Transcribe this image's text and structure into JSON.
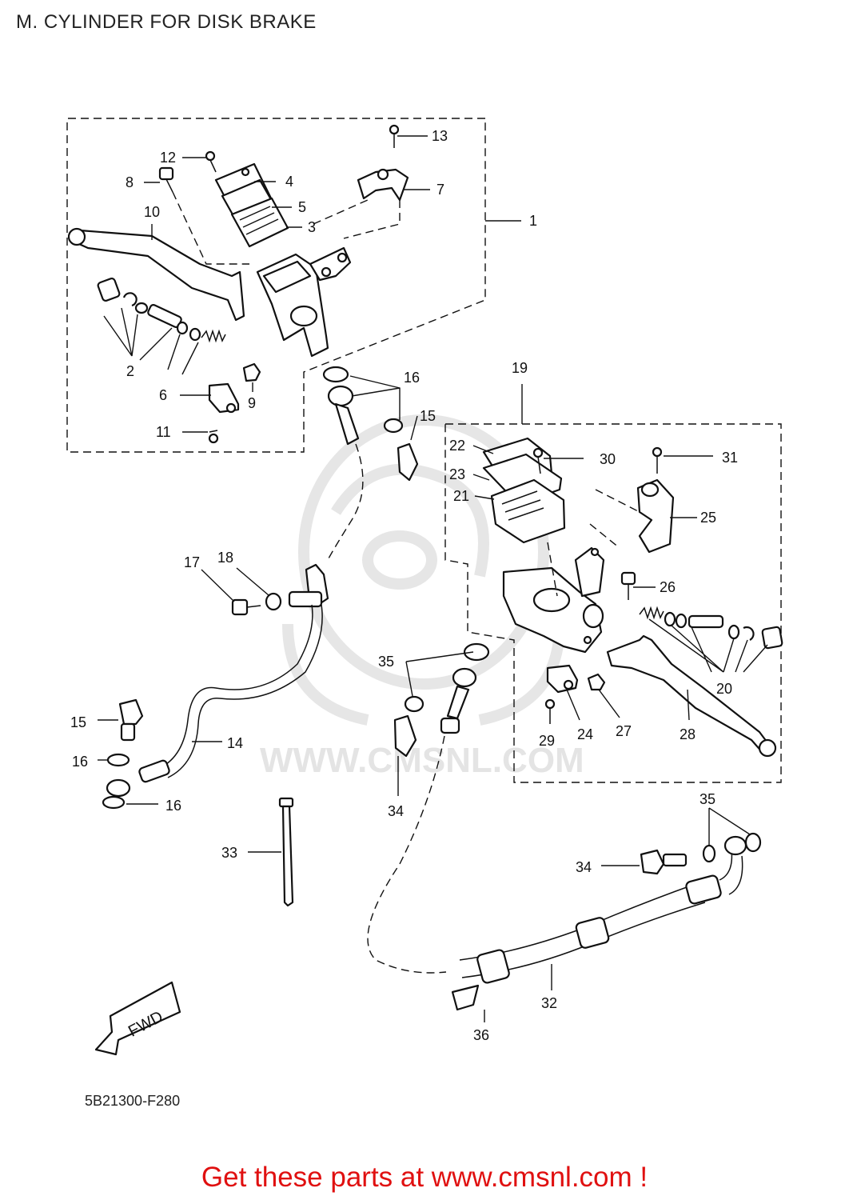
{
  "title": "M. CYLINDER FOR DISK BRAKE",
  "diagram_code": "5B21300-F280",
  "watermark": "WWW.CMSNL.COM",
  "fwd_label": "FWD",
  "footer": "Get these parts at www.cmsnl.com !",
  "colors": {
    "footer": "#e01010",
    "line": "#111111",
    "watermark": "#e4e4e4"
  },
  "callouts": [
    {
      "id": "c13",
      "text": "13"
    },
    {
      "id": "c12",
      "text": "12"
    },
    {
      "id": "c4",
      "text": "4"
    },
    {
      "id": "c8",
      "text": "8"
    },
    {
      "id": "c7",
      "text": "7"
    },
    {
      "id": "c5",
      "text": "5"
    },
    {
      "id": "c10",
      "text": "10"
    },
    {
      "id": "c3",
      "text": "3"
    },
    {
      "id": "c1",
      "text": "1"
    },
    {
      "id": "c2",
      "text": "2"
    },
    {
      "id": "c6",
      "text": "6"
    },
    {
      "id": "c9",
      "text": "9"
    },
    {
      "id": "c11",
      "text": "11"
    },
    {
      "id": "c19",
      "text": "19"
    },
    {
      "id": "c16a",
      "text": "16"
    },
    {
      "id": "c15a",
      "text": "15"
    },
    {
      "id": "c22",
      "text": "22"
    },
    {
      "id": "c30",
      "text": "30"
    },
    {
      "id": "c31",
      "text": "31"
    },
    {
      "id": "c23",
      "text": "23"
    },
    {
      "id": "c21",
      "text": "21"
    },
    {
      "id": "c25",
      "text": "25"
    },
    {
      "id": "c17",
      "text": "17"
    },
    {
      "id": "c18",
      "text": "18"
    },
    {
      "id": "c26",
      "text": "26"
    },
    {
      "id": "c35a",
      "text": "35"
    },
    {
      "id": "c20",
      "text": "20"
    },
    {
      "id": "c15b",
      "text": "15"
    },
    {
      "id": "c14",
      "text": "14"
    },
    {
      "id": "c29",
      "text": "29"
    },
    {
      "id": "c24",
      "text": "24"
    },
    {
      "id": "c27",
      "text": "27"
    },
    {
      "id": "c28",
      "text": "28"
    },
    {
      "id": "c16b",
      "text": "16"
    },
    {
      "id": "c16c",
      "text": "16"
    },
    {
      "id": "c34a",
      "text": "34"
    },
    {
      "id": "c35b",
      "text": "35"
    },
    {
      "id": "c33",
      "text": "33"
    },
    {
      "id": "c34b",
      "text": "34"
    },
    {
      "id": "c32",
      "text": "32"
    },
    {
      "id": "c36",
      "text": "36"
    }
  ]
}
